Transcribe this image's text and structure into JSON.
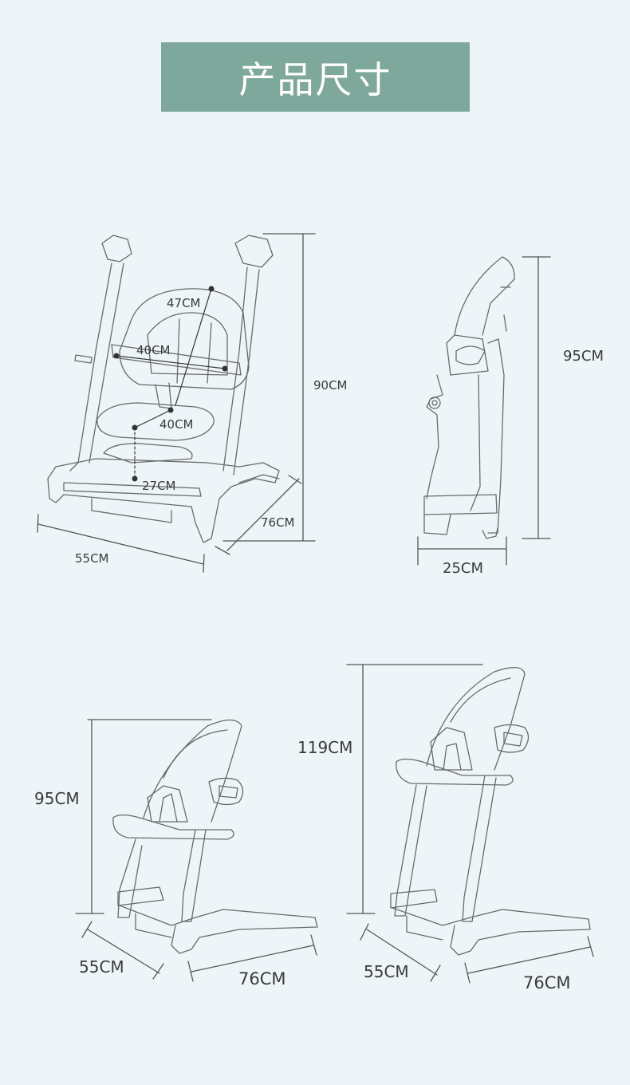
{
  "header": {
    "title": "产品尺寸"
  },
  "chair1": {
    "seat_back": "47CM",
    "seat_width": "40CM",
    "seat_depth": "40CM",
    "footrest": "27CM",
    "height": "90CM",
    "depth": "76CM",
    "width": "55CM"
  },
  "chair_folded": {
    "height": "95CM",
    "depth": "25CM"
  },
  "chair_low": {
    "height": "95CM",
    "width": "55CM",
    "depth": "76CM"
  },
  "chair_high": {
    "height": "119CM",
    "width": "55CM",
    "depth": "76CM"
  },
  "colors": {
    "banner": "#7fa89c",
    "background": "#eef5f8",
    "line": "#555555"
  }
}
